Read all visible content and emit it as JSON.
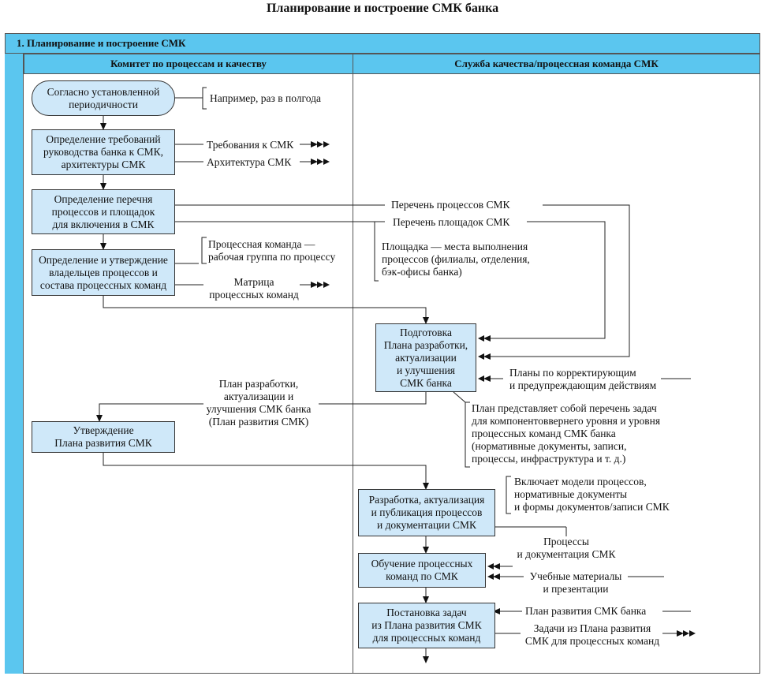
{
  "title": "Планирование и построение СМК банка",
  "section": "1. Планирование и построение СМК",
  "lanes": {
    "left": "Комитет по процессам и качеству",
    "right": "Служба качества/процессная команда СМК"
  },
  "boxes": {
    "start": "Согласно установленной\nпериодичности",
    "requirements": "Определение требований\nруководства банка к СМК,\nархитектуры СМК",
    "process_list": "Определение перечня\nпроцессов и площадок\nдля включения в СМК",
    "owners": "Определение и утверждение\nвладельцев процессов и\nсостава процессных команд",
    "prepare_plan": "Подготовка\nПлана разработки,\nактуализации\nи улучшения\nСМК банка",
    "approve_plan": "Утверждение\nПлана развития СМК",
    "develop": "Разработка, актуализация\nи публикация процессов\nи документации СМК",
    "training": "Обучение процессных\nкоманд по СМК",
    "tasks": "Постановка задач\nиз Плана развития СМК\nдля процессных команд"
  },
  "labels": {
    "periodicity_note": "Например, раз в полгода",
    "smk_requirements": "Требования к СМК",
    "smk_architecture": "Архитектура СМК",
    "process_list_out": "Перечень процессов СМК",
    "sites_list_out": "Перечень площадок СМК",
    "sites_note": "Площадка — места выполнения\nпроцессов (филиалы, отделения,\nбэк-офисы банка)",
    "process_team_note": "Процессная команда —\nрабочая группа по процессу",
    "team_matrix": "Матрица\nпроцессных команд",
    "corrective_plans": "Планы по корректирующим\nи предупреждающим действиям",
    "plan_out": "План разработки,\nактуализации и\nулучшения СМК банка\n(План развития СМК)",
    "plan_note": "План представляет собой перечень задач\nдля компонентоввернего уровня и уровня\nпроцессных команд СМК банка\n(нормативные документы, записи,\nпроцессы, инфраструктура и т. д.)",
    "includes_note": "Включает модели процессов,\nнормативные документы\nи формы документов/записи СМК",
    "processes_docs": "Процессы\nи документация СМК",
    "training_materials": "Учебные материалы\nи презентации",
    "dev_plan": "План развития СМК банка",
    "team_tasks": "Задачи из Плана развития\nСМК для процессных команд"
  }
}
